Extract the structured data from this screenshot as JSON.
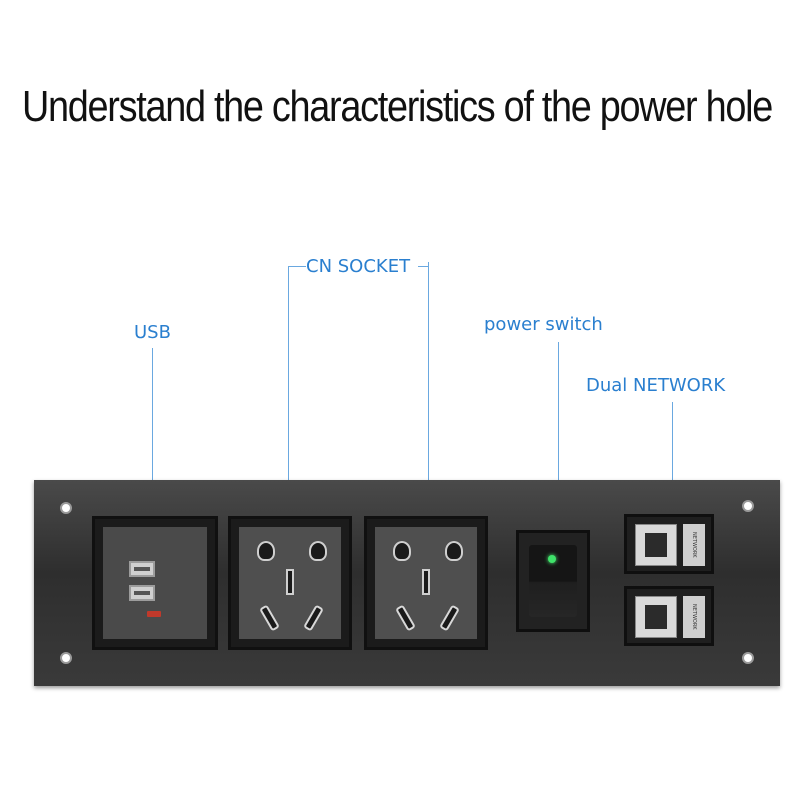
{
  "headline": "Understand the characteristics of the power hole",
  "callouts": {
    "usb": "USB",
    "cn_socket": "CN SOCKET",
    "power_switch": "power switch",
    "dual_network": "Dual NETWORK"
  },
  "network_labels": [
    "NETWORK",
    "NETWORK"
  ],
  "colors": {
    "callout_text": "#2a7fcf",
    "leader_line": "#6aa8e0",
    "panel": "#3a3a3a",
    "switch_led": "#3fe36a",
    "usb_led": "#c0392b"
  }
}
